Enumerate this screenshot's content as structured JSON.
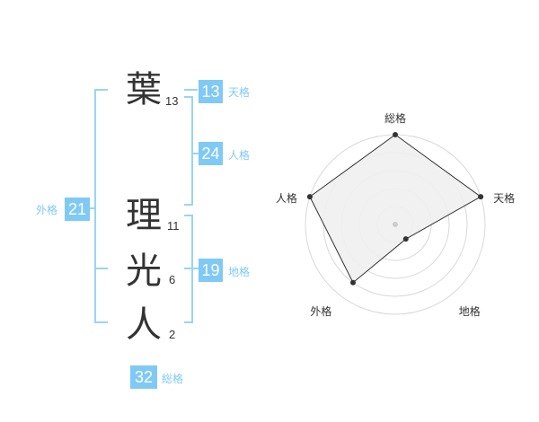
{
  "name_chars": [
    {
      "char": "葉",
      "strokes": "13"
    },
    {
      "char": "理",
      "strokes": "11"
    },
    {
      "char": "光",
      "strokes": "6"
    },
    {
      "char": "人",
      "strokes": "2"
    }
  ],
  "kaku": {
    "tenkaku": {
      "label": "天格",
      "value": "13"
    },
    "jinkaku": {
      "label": "人格",
      "value": "24"
    },
    "chikaku": {
      "label": "地格",
      "value": "19"
    },
    "gaikaku": {
      "label": "外格",
      "value": "21"
    },
    "soukaku": {
      "label": "総格",
      "value": "32"
    }
  },
  "colors": {
    "accent": "#7fc9f5",
    "bracket": "#9bd3f5",
    "radar_fill": "#f0f0f0"
  },
  "chart_data": {
    "type": "radar",
    "axes": [
      "総格",
      "天格",
      "地格",
      "外格",
      "人格"
    ],
    "values": [
      5,
      5,
      1,
      4,
      5
    ],
    "max": 5,
    "rings": 5
  }
}
